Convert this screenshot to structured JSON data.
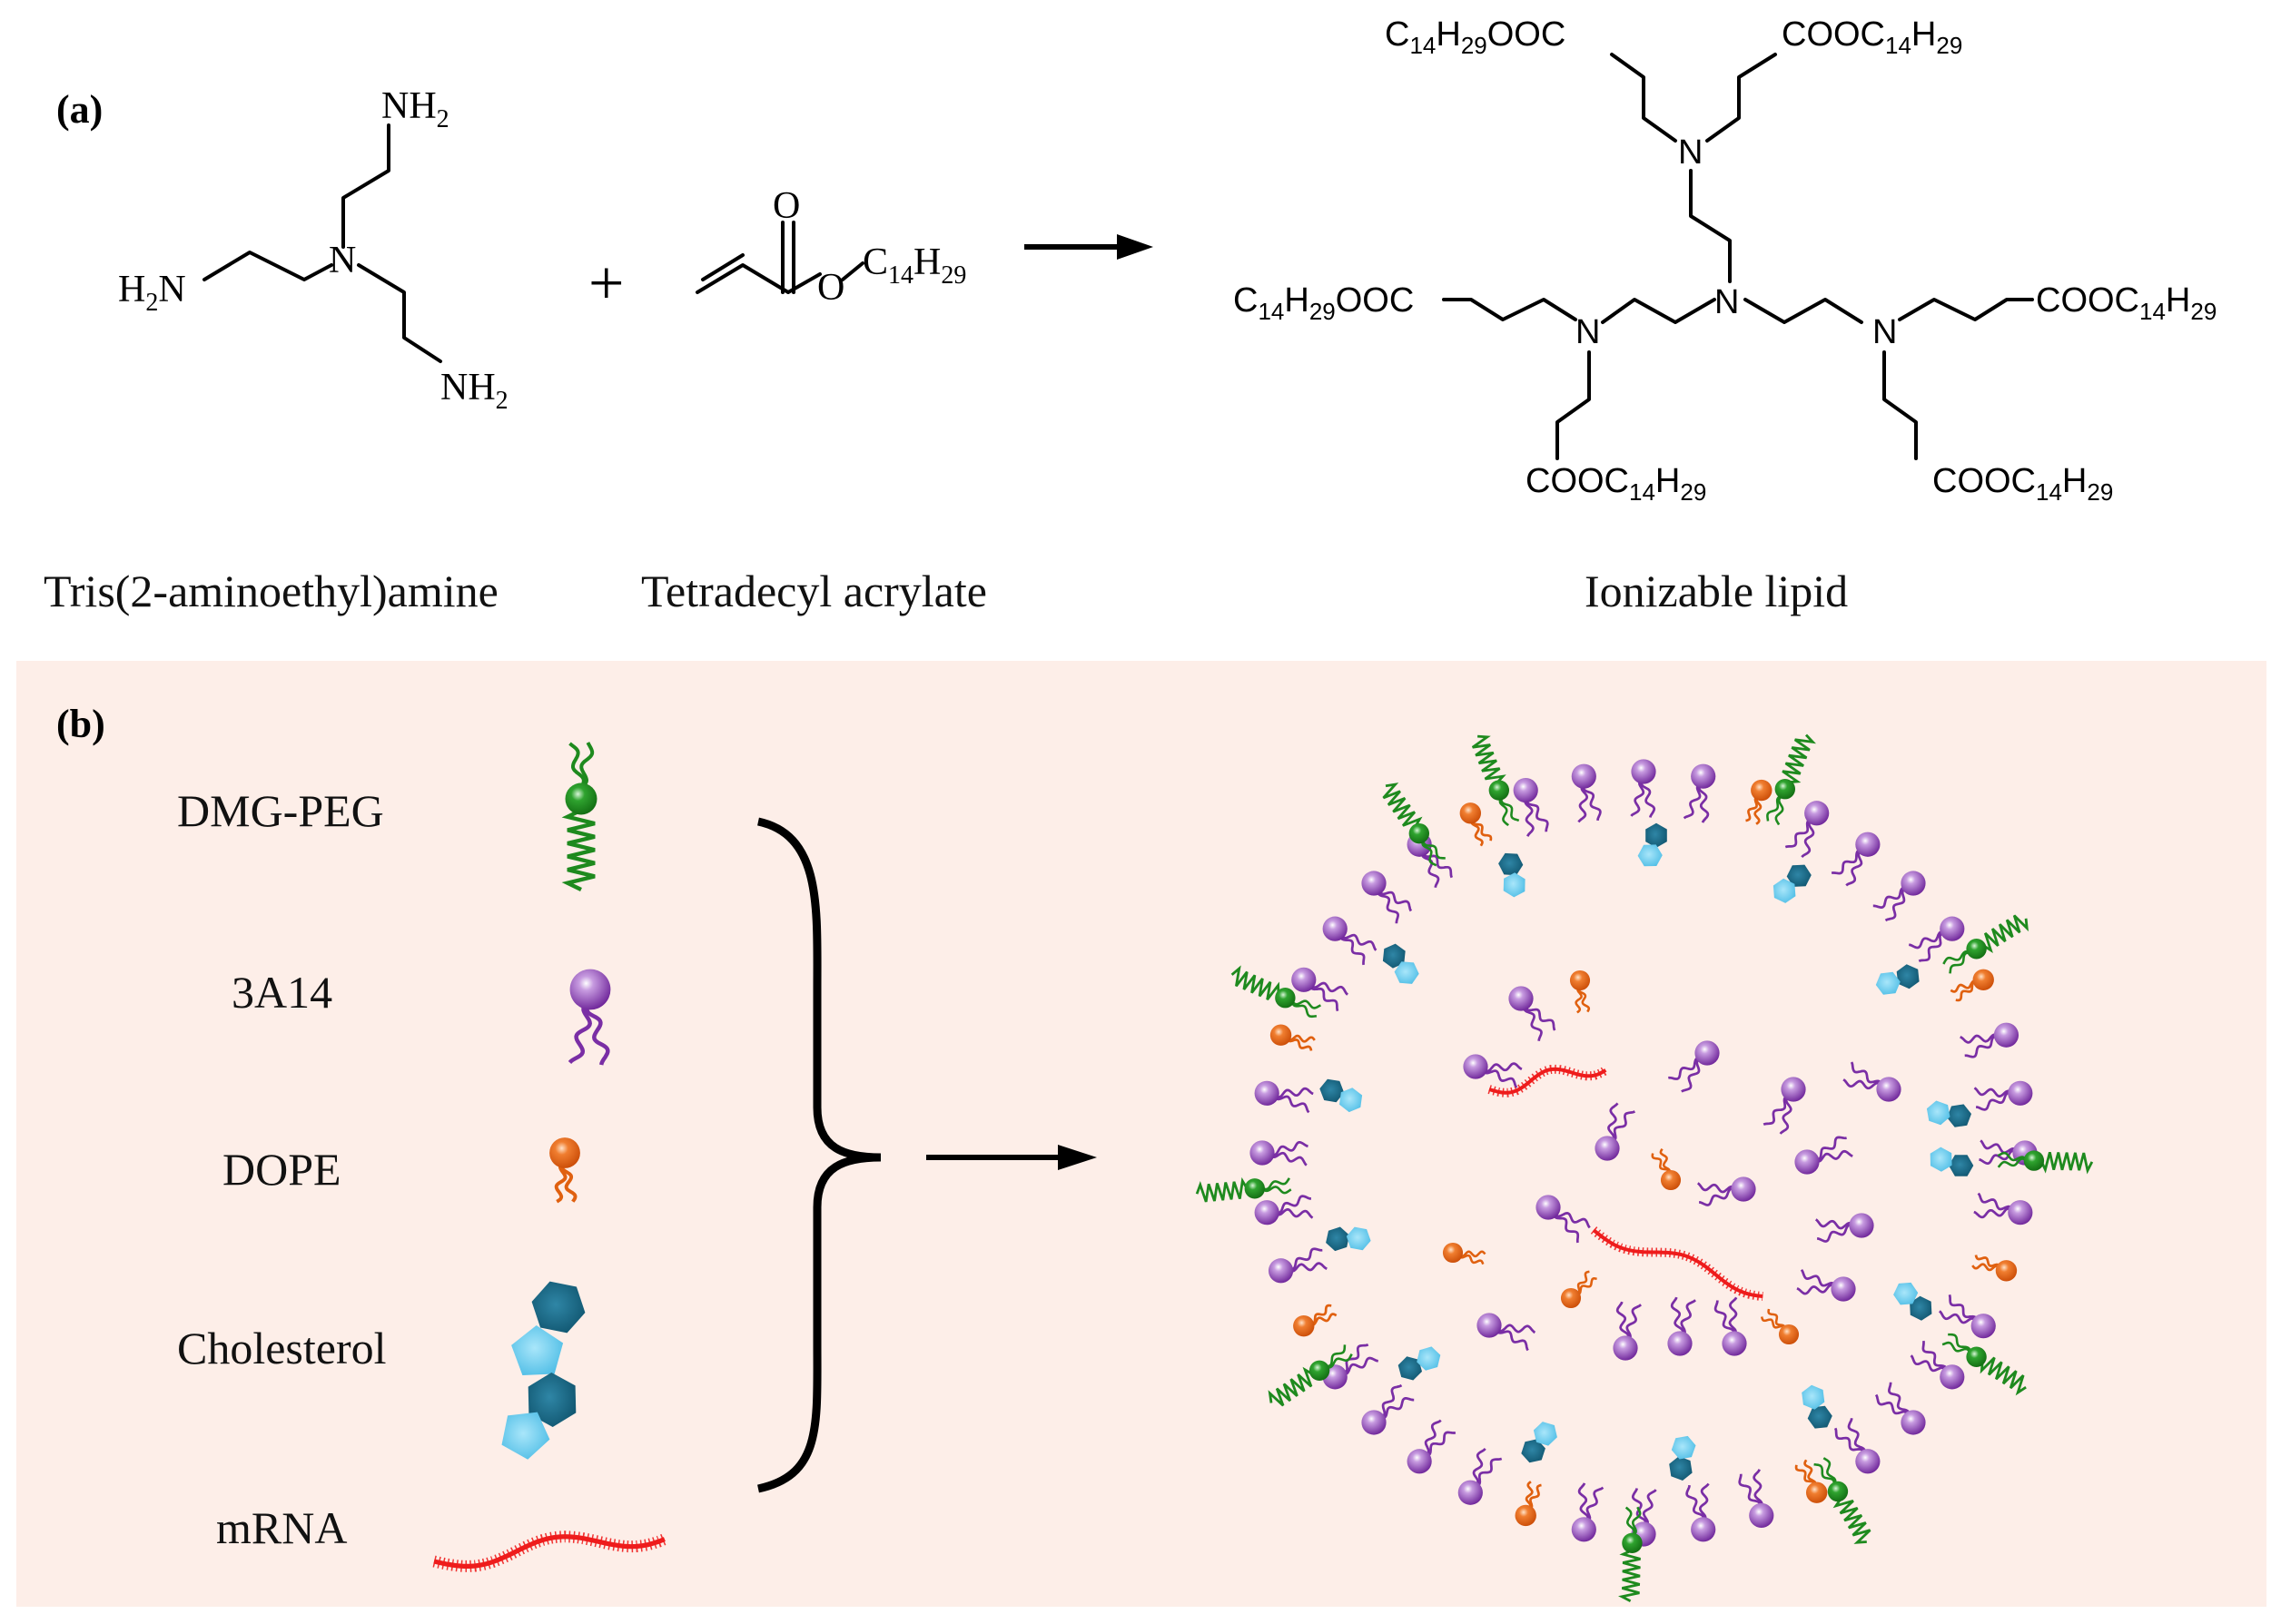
{
  "panel_a": {
    "letter": "(a)",
    "reactant1": {
      "name": "Tris(2-aminoethyl)amine",
      "N": "N",
      "NH": "NH",
      "H2N": "H",
      "N_suffix": "N",
      "sub2": "2"
    },
    "plus": "+",
    "reactant2": {
      "name": "Tetradecyl acrylate",
      "O": "O",
      "O2": "O",
      "C": "C",
      "sub14": "14",
      "H": "H",
      "sub29": "29"
    },
    "product": {
      "name": "Ionizable lipid",
      "N": "N",
      "COO": "COOC",
      "OOC": "OOC",
      "C": "C",
      "H": "H",
      "sub14": "14",
      "sub29": "29"
    }
  },
  "panel_b": {
    "letter": "(b)",
    "background": "#fdeee8",
    "components": [
      {
        "label": "DMG-PEG",
        "color": "#1e8a1e"
      },
      {
        "label": "3A14",
        "color": "#7a2ea5"
      },
      {
        "label": "DOPE",
        "color": "#e0600f"
      },
      {
        "label": "Cholesterol",
        "colors": [
          "#0f5e7a",
          "#5ec8ec"
        ]
      },
      {
        "label": "mRNA",
        "color": "#ee1c1c"
      }
    ]
  },
  "colors": {
    "peg": "#1e8a1e",
    "lipid": "#7a2ea5",
    "dope": "#e0600f",
    "chol_dark": "#0f5e7a",
    "chol_light": "#5ec8ec",
    "mrna": "#ee1c1c"
  }
}
